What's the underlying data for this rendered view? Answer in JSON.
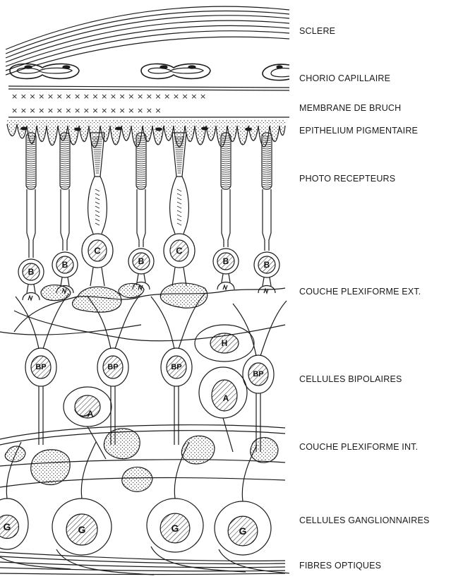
{
  "labels": {
    "sclere": "SCLERE",
    "chorio": "CHORIO CAPILLAIRE",
    "bruch": "MEMBRANE DE BRUCH",
    "epithelium": "EPITHELIUM PIGMENTAIRE",
    "photo": "PHOTO RECEPTEURS",
    "ple": "COUCHE PLEXIFORME EXT.",
    "bipolar": "CELLULES BIPOLAIRES",
    "pli": "COUCHE PLEXIFORME INT.",
    "ganglion": "CELLULES GANGLIONNAIRES",
    "fibres": "FIBRES OPTIQUES"
  },
  "cells": {
    "rod": "B",
    "cone": "C",
    "bipolar": "BP",
    "horizontal": "H",
    "amacrine": "A",
    "ganglion": "G"
  },
  "colors": {
    "ink": "#1a1a1a",
    "background": "#ffffff"
  }
}
